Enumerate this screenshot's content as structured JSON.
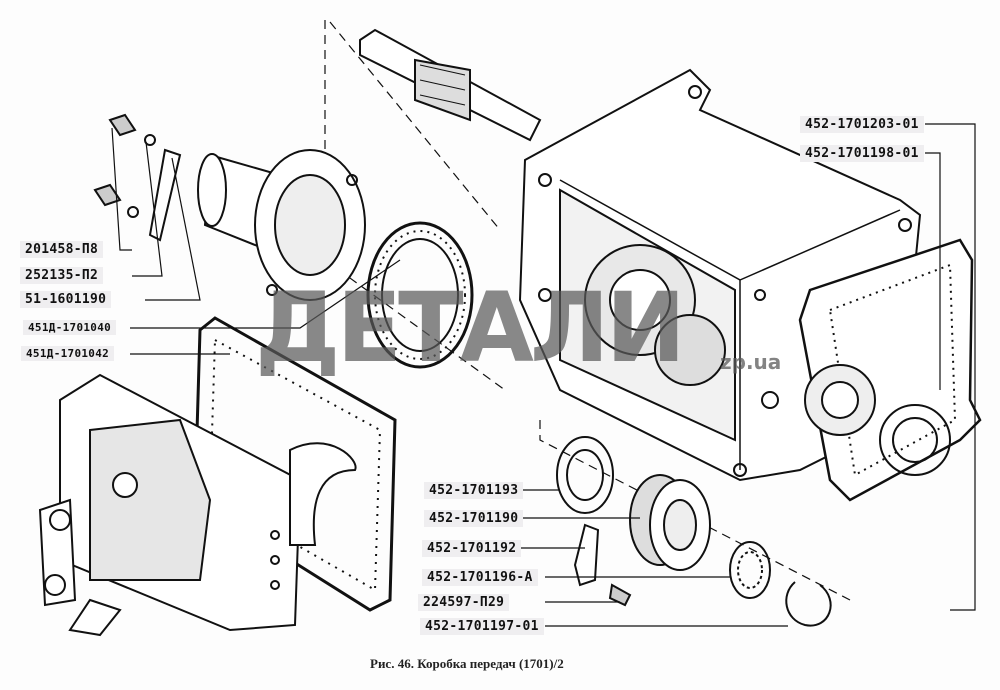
{
  "labels_left": [
    "201458-П8",
    "252135-П2",
    "51-1601190",
    "451Д-1701040",
    "451Д-1701042"
  ],
  "labels_bottom": [
    "452-1701193",
    "452-1701190",
    "452-1701192",
    "452-1701196-А",
    "224597-П29",
    "452-1701197-01"
  ],
  "labels_right": [
    "452-1701203-01",
    "452-1701198-01"
  ],
  "caption": "Рис. 46. Коробка передач (1701)/2",
  "watermark": {
    "main": "ДЕТАЛИ",
    "suffix": "zp.ua"
  }
}
